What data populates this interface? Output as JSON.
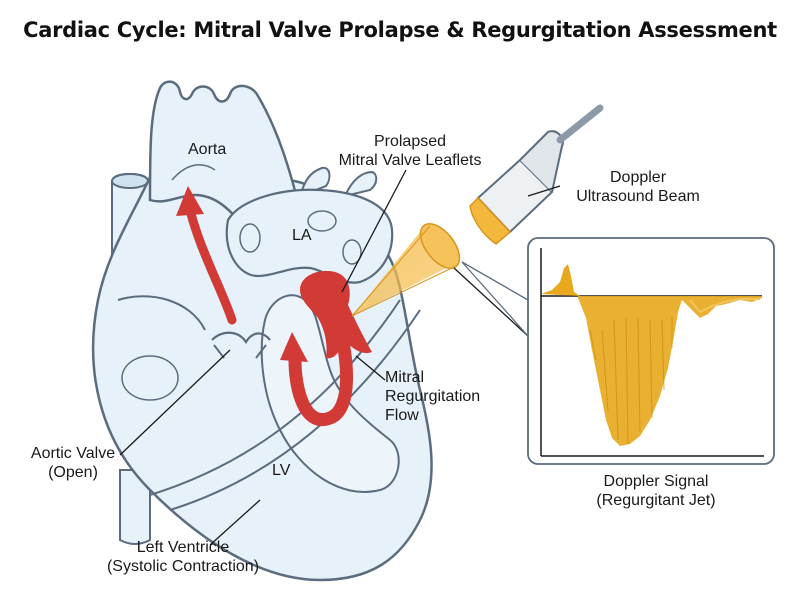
{
  "title": "Cardiac Cycle: Mitral Valve Prolapse & Regurgitation Assessment",
  "labels": {
    "aorta": "Aorta",
    "la": "LA",
    "lv": "LV",
    "prolapse_line1": "Prolapsed",
    "prolapse_line2": "Mitral Valve Leaflets",
    "doppler_line1": "Doppler",
    "doppler_line2": "Ultrasound Beam",
    "regurg_line1": "Mitral",
    "regurg_line2": "Regurgitation",
    "regurg_line3": "Flow",
    "aortic_line1": "Aortic Valve",
    "aortic_line2": "(Open)",
    "lv_desc_line1": "Left Ventricle",
    "lv_desc_line2": "(Systolic Contraction)",
    "signal_line1": "Doppler Signal",
    "signal_line2": "(Regurgitant Jet)"
  },
  "colors": {
    "heart_fill": "#e6f1f9",
    "heart_stroke": "#5b6c7e",
    "blood_flow": "#d23a36",
    "beam": "#f3b73b",
    "signal": "#e8a91f"
  }
}
